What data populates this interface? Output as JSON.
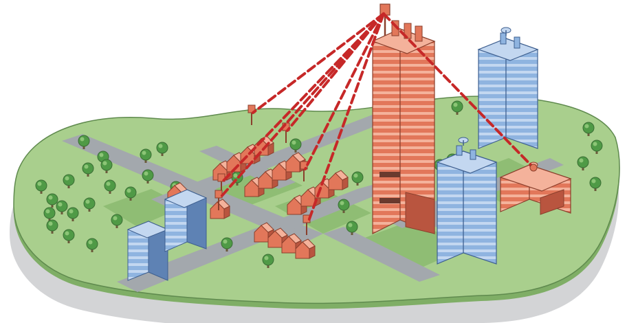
{
  "colors": {
    "background": "#ffffff",
    "shadow": "#d3d4d6",
    "ground_light": "#a9cf8d",
    "ground_dark": "#7fae66",
    "ground_edge": "#5f8a4e",
    "road": "#a3a8ad",
    "road_dark": "#8e949a",
    "tree_green": "#4f9a46",
    "tree_light": "#8cc576",
    "building_orange": "#e2775a",
    "building_orange_light": "#f4b29b",
    "building_orange_dark": "#b9553f",
    "building_blue": "#8fb4e0",
    "building_blue_light": "#c3d7f0",
    "building_blue_dark": "#5e82b4",
    "link_red": "#c62828",
    "outline": "#3b3b3b"
  },
  "icons": {
    "hub_antenna": "antenna-icon",
    "repeater_antenna": "antenna-icon",
    "satellite_dish": "satellite-dish-icon"
  },
  "network": {
    "hub": "rooftop-hub-antenna",
    "links": [
      "house-row-antenna-1",
      "house-row-antenna-2",
      "house-row-antenna-3",
      "house-row-antenna-4",
      "house-row-antenna-5",
      "house-row-antenna-6",
      "office-complex-antenna"
    ]
  }
}
